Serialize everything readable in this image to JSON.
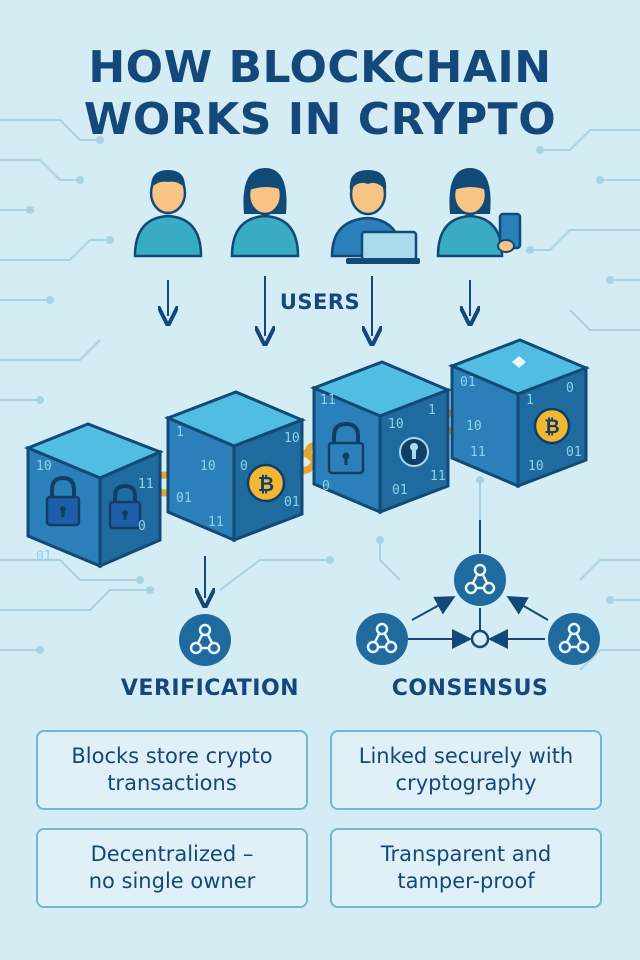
{
  "title": {
    "line1": "HOW BLOCKCHAIN",
    "line2": "WORKS IN CRYPTO"
  },
  "users_label": "USERS",
  "verification_label": "VERIFICATION",
  "consensus_label": "CONSENSUS",
  "cards": [
    {
      "text": "Blocks store crypto\ntransactions"
    },
    {
      "text": "Linked securely with\ncryptography"
    },
    {
      "text": "Decentralized –\nno single owner"
    },
    {
      "text": "Transparent and\ntamper-proof"
    }
  ],
  "users": [
    {
      "icon": "user-male-icon"
    },
    {
      "icon": "user-female-icon"
    },
    {
      "icon": "user-laptop-icon"
    },
    {
      "icon": "user-phone-icon"
    }
  ],
  "blocks": [
    {
      "icon": "padlock-icon"
    },
    {
      "icon": "bitcoin-icon"
    },
    {
      "icon": "padlock-icon"
    },
    {
      "icon": "bitcoin-icon"
    }
  ],
  "block_binary": [
    "10",
    "01",
    "11",
    "0",
    "1"
  ],
  "bitcoin_symbol": "₿",
  "colors": {
    "background": "#d4ecf4",
    "title": "#14477a",
    "block_front": "#2b80b9",
    "block_top": "#52bde3",
    "block_side": "#1f6a9f",
    "chain": "#e7a42c",
    "coin": "#f3b731",
    "node": "#1f6a9f",
    "user_body": "#39acc4",
    "skin": "#f7c486",
    "hair": "#114a76"
  }
}
